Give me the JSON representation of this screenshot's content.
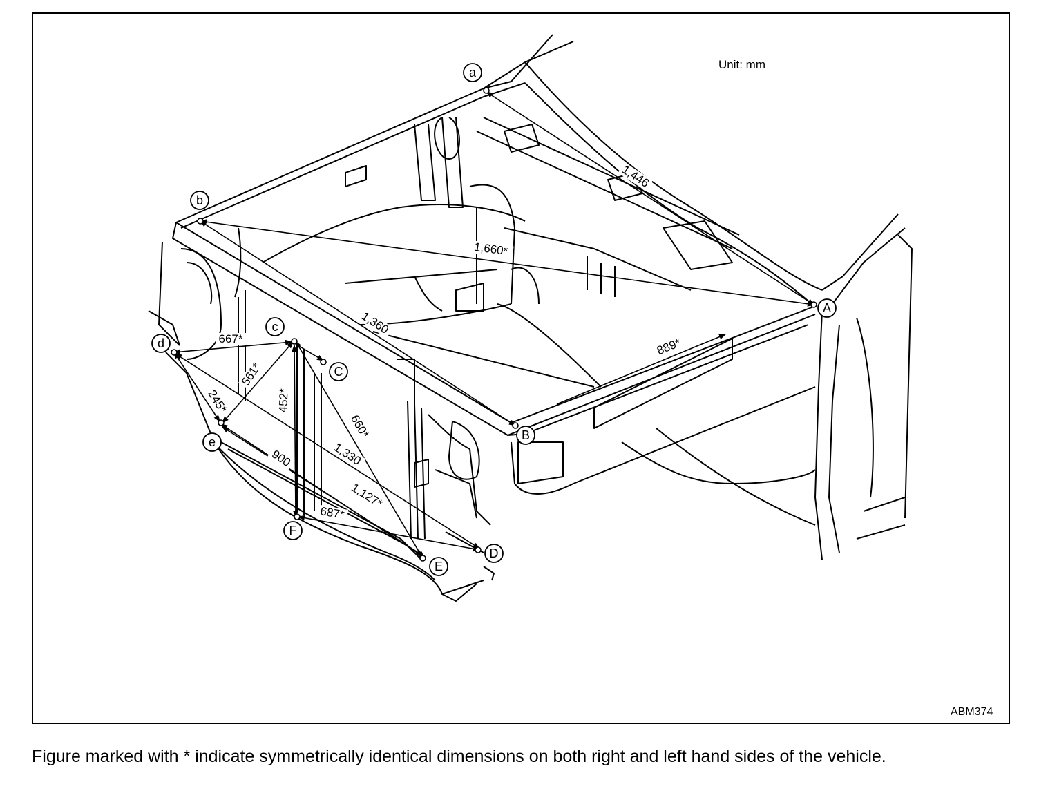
{
  "unit_label": "Unit: mm",
  "figure_code": "ABM374",
  "caption": "Figure marked with * indicate symmetrically identical dimensions on both right and left hand sides of the vehicle.",
  "points": [
    "a",
    "b",
    "c",
    "d",
    "e",
    "A",
    "B",
    "C",
    "D",
    "E",
    "F"
  ],
  "dimensions": [
    "1,446",
    "1,660*",
    "1,360",
    "889*",
    "667*",
    "561*",
    "245*",
    "452*",
    "660*",
    "1,330",
    "900",
    "1,127*",
    "687*"
  ]
}
